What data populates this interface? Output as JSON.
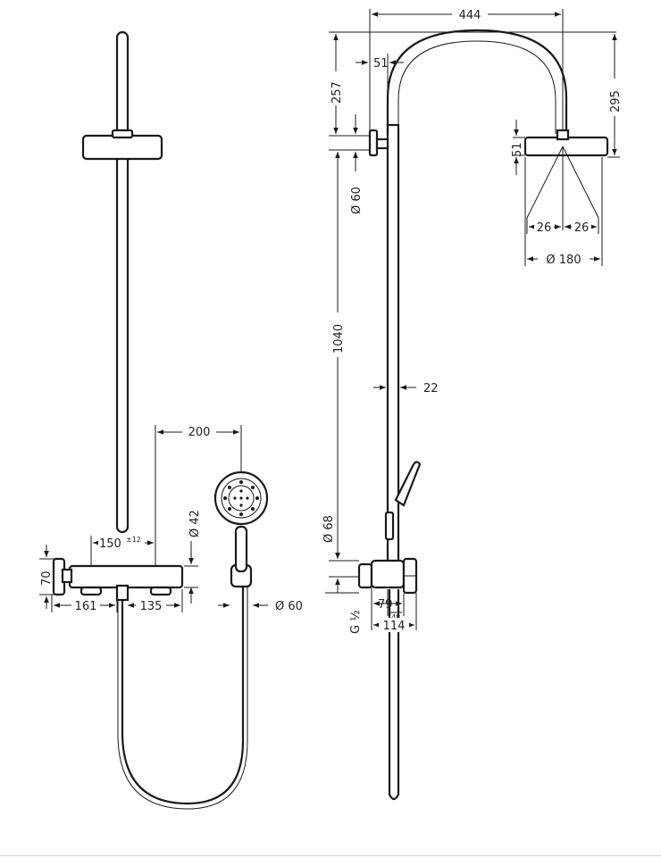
{
  "colors": {
    "line": "#1a1a1a",
    "background": "#ffffff",
    "rule": "#d9d9d9"
  },
  "dimensions": {
    "d444": "444",
    "d51_top": "51",
    "d257": "257",
    "d295": "295",
    "d51_head": "51",
    "d_dia60_top": "Ø 60",
    "d26_left": "26",
    "d26_right": "26",
    "d_dia180": "Ø 180",
    "d1040": "1040",
    "d22": "22",
    "d200": "200",
    "d_dia42": "Ø 42",
    "d150": "150",
    "d150_tol": "±12",
    "d70": "70",
    "d161": "161",
    "d135": "135",
    "d_dia60_bottom": "Ø 60",
    "d_dia68": "Ø 68",
    "d79": "79",
    "d48": "48",
    "d114": "114",
    "d_thread": "G ½"
  }
}
